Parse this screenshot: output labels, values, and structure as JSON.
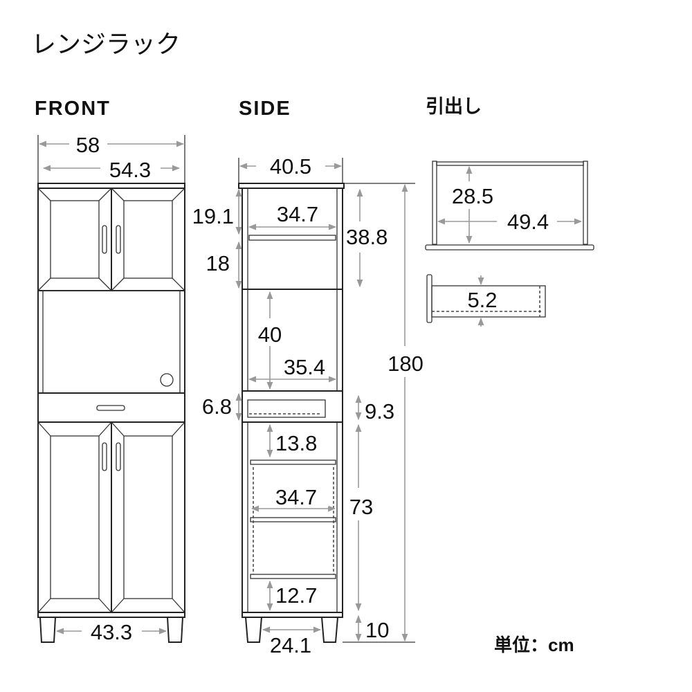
{
  "title": "レンジラック",
  "front": {
    "label": "FRONT",
    "width_outer": "58",
    "width_inner": "54.3",
    "leg_gap": "43.3"
  },
  "side": {
    "label": "SIDE",
    "depth": "40.5",
    "upper_top_gap": "19.1",
    "upper_bottom_gap": "18",
    "upper_shelf_depth": "34.7",
    "upper_height": "38.8",
    "middle_height": "40",
    "middle_depth": "35.4",
    "drawer_gap": "6.8",
    "drawer_height": "9.3",
    "lower_top_gap": "13.8",
    "lower_shelf_depth": "34.7",
    "lower_height": "73",
    "lower_bottom_gap": "12.7",
    "total_height": "180",
    "leg_height": "10",
    "leg_gap": "24.1"
  },
  "drawer": {
    "label": "引出し",
    "depth": "28.5",
    "width": "49.4",
    "height": "5.2"
  },
  "unit": "単位：cm"
}
